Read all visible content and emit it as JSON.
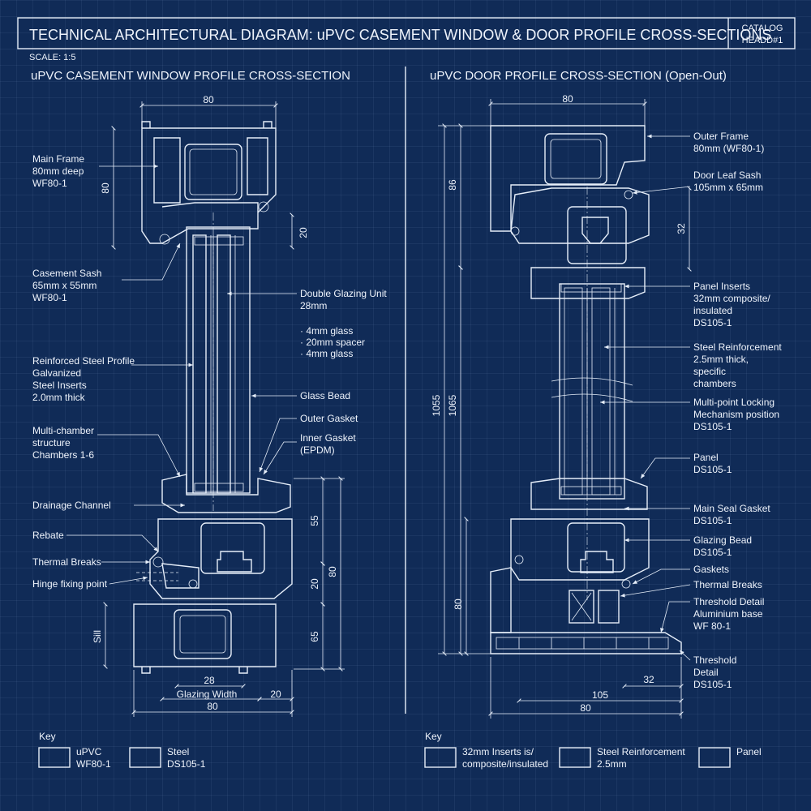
{
  "header": {
    "title": "TECHNICAL ARCHITECTURAL DIAGRAM: uPVC CASEMENT WINDOW & DOOR PROFILE CROSS-SECTIONS",
    "catalog_line1": "CATALOG",
    "catalog_line2": "HEADD#1",
    "scale": "SCALE: 1:5"
  },
  "window": {
    "heading": "uPVC CASEMENT WINDOW PROFILE CROSS-SECTION",
    "labels": {
      "main_frame": [
        "Main Frame",
        "80mm deep",
        "WF80-1"
      ],
      "casement_sash": [
        "Casement Sash",
        "65mm x 55mm",
        "WF80-1"
      ],
      "steel_profile": [
        "Reinforced Steel Profile",
        "Galvanized",
        "Steel Inserts",
        "2.0mm thick"
      ],
      "multichamber": [
        "Multi-chamber",
        "structure",
        "Chambers 1-6"
      ],
      "drainage": "Drainage Channel",
      "rebate": "Rebate",
      "thermal_breaks": "Thermal Breaks",
      "hinge": "Hinge fixing point",
      "dgu": [
        "Double Glazing Unit",
        "28mm"
      ],
      "dgu_spec": [
        "· 4mm glass",
        "· 20mm spacer",
        "· 4mm glass"
      ],
      "glass_bead": "Glass Bead",
      "outer_gasket": "Outer Gasket",
      "inner_gasket": [
        "Inner Gasket",
        "(EPDM)"
      ]
    },
    "dims": {
      "top_width": "80",
      "frame_h": "80",
      "rebate_h": "20",
      "d55": "55",
      "d20": "20",
      "d80": "80",
      "d65": "65",
      "sill": "Sill",
      "d28": "28",
      "glazing_width": "Glazing Width",
      "d20b": "20",
      "bottom_width": "80"
    }
  },
  "door": {
    "heading": "uPVC DOOR PROFILE CROSS-SECTION (Open-Out)",
    "labels": {
      "outer_frame": [
        "Outer Frame",
        "80mm (WF80-1)"
      ],
      "door_leaf": [
        "Door Leaf Sash",
        "105mm x 65mm"
      ],
      "panel_inserts": [
        "Panel Inserts",
        "32mm composite/",
        "insulated",
        "DS105-1"
      ],
      "steel_reinf": [
        "Steel Reinforcement",
        "2.5mm thick,",
        "specific",
        "chambers"
      ],
      "locking": [
        "Multi-point Locking",
        "Mechanism position",
        "DS105-1"
      ],
      "panel": [
        "Panel",
        "DS105-1"
      ],
      "main_seal": [
        "Main Seal Gasket",
        "DS105-1"
      ],
      "glazing_bead": [
        "Glazing Bead",
        "DS105-1"
      ],
      "gaskets": "Gaskets",
      "thermal_breaks": "Thermal Breaks",
      "threshold_detail": [
        "Threshold Detail",
        "Aluminium base",
        "WF 80-1"
      ],
      "threshold": [
        "Threshold",
        "Detail",
        "DS105-1"
      ]
    },
    "dims": {
      "top_width": "80",
      "d86": "86",
      "d32": "32",
      "d1055": "1055",
      "d1065": "1065",
      "d80": "80",
      "d32b": "32",
      "d105": "105",
      "bottom_width": "80"
    }
  },
  "keys": {
    "left_title": "Key",
    "left_items": [
      [
        "uPVC",
        "WF80-1"
      ],
      [
        "Steel",
        "DS105-1"
      ]
    ],
    "right_title": "Key",
    "right_items": [
      [
        "32mm Inserts is/",
        "composite/insulated"
      ],
      [
        "Steel Reinforcement",
        "2.5mm"
      ],
      [
        "Panel",
        ""
      ]
    ]
  },
  "colors": {
    "background": "#102b57",
    "line": "#e6eef9",
    "grid": "#aac8f0"
  }
}
